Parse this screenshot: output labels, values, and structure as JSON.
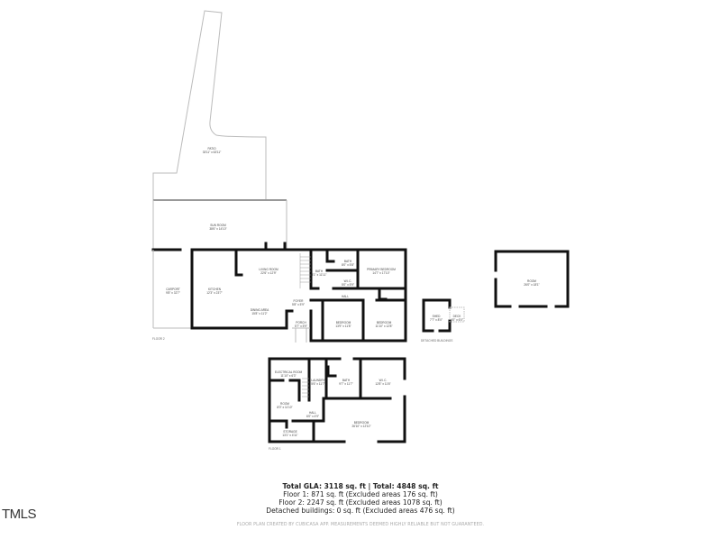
{
  "floor2": {
    "label": "FLOOR 2",
    "rooms": {
      "patio": {
        "name": "PATIO",
        "dims": "33'11\" x 63'11\""
      },
      "sun_room": {
        "name": "SUN ROOM",
        "dims": "38'6\" x 14'10\""
      },
      "carport": {
        "name": "CARPORT",
        "dims": "9'8\" x 32'7\""
      },
      "kitchen": {
        "name": "KITCHEN",
        "dims": "12'3\" x 23'7\""
      },
      "living_room": {
        "name": "LIVING ROOM",
        "dims": "22'6\" x 12'9\""
      },
      "dining_area": {
        "name": "DINING AREA",
        "dims": "15'8\" x 11'2\""
      },
      "foyer": {
        "name": "FOYER",
        "dims": "5'8\" x 5'9\""
      },
      "porch": {
        "name": "PORCH",
        "dims": "5'7\" x 5'9\""
      },
      "bath1": {
        "name": "BATH",
        "dims": "8'1\" x 11'11\""
      },
      "bath2": {
        "name": "BATH",
        "dims": "8'0\" x 5'8\""
      },
      "wic": {
        "name": "W.I.C.",
        "dims": "5'0\" x 5'9\""
      },
      "primary_bedroom": {
        "name": "PRIMARY BEDROOM",
        "dims": "14'7\" x 17'10\""
      },
      "hall": {
        "name": "HALL",
        "dims": ""
      },
      "bedroom1": {
        "name": "BEDROOM",
        "dims": "13'9\" x 11'8\""
      },
      "bedroom2": {
        "name": "BEDROOM",
        "dims": "11'10\" x 12'8\""
      }
    }
  },
  "detached": {
    "label": "DETACHED BUILDINGS",
    "rooms": {
      "shed": {
        "name": "SHED",
        "dims": "7'7\" x 8'0\""
      },
      "deck": {
        "name": "DECK",
        "dims": "4'0\" x 6'0\""
      },
      "room": {
        "name": "ROOM",
        "dims": "26'0\" x 18'1\""
      }
    }
  },
  "floor1": {
    "label": "FLOOR 1",
    "rooms": {
      "electrical_room": {
        "name": "ELECTRICAL ROOM",
        "dims": "11'10\" x 6'3\""
      },
      "laundry": {
        "name": "LAUNDRY",
        "dims": "5'6\" x 11'7\""
      },
      "bath": {
        "name": "BATH",
        "dims": "9'7\" x 11'7\""
      },
      "wic": {
        "name": "W.I.C.",
        "dims": "12'8\" x 11'6\""
      },
      "room": {
        "name": "ROOM",
        "dims": "8'0\" x 11'10\""
      },
      "hall": {
        "name": "HALL",
        "dims": "6'0\" x 4'9\""
      },
      "bedroom": {
        "name": "BEDROOM",
        "dims": "26'10\" x 12'10\""
      },
      "storage": {
        "name": "STORAGE",
        "dims": "13'1\" x 4'11\""
      }
    }
  },
  "summary": {
    "total": "Total GLA: 3118 sq. ft | Total: 4848 sq. ft",
    "floor1": "Floor 1: 871 sq. ft (Excluded areas 176 sq. ft)",
    "floor2": "Floor 2: 2247 sq. ft (Excluded areas 1078 sq. ft)",
    "detached": "Detached buildings: 0 sq. ft (Excluded areas 476 sq. ft)"
  },
  "disclaimer": "FLOOR PLAN CREATED BY CUBICASA APP. MEASUREMENTS DEEMED HIGHLY RELIABLE BUT NOT GUARANTEED.",
  "logo": "TMLS"
}
